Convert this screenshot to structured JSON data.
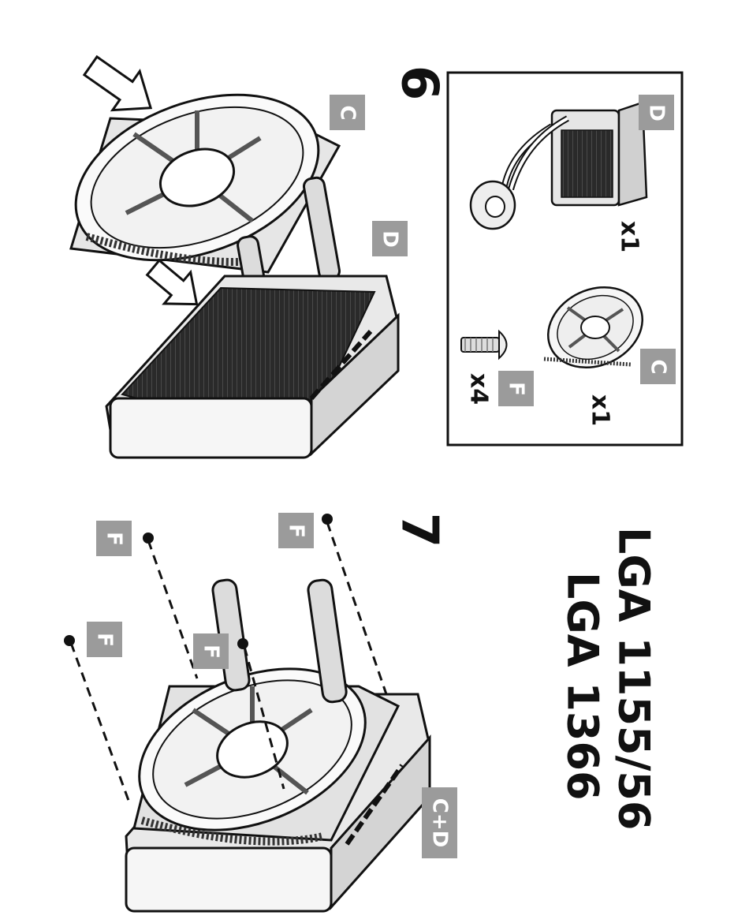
{
  "step_6": {
    "number": "6"
  },
  "step_7": {
    "number": "7"
  },
  "socket_lines": [
    "LGA 1155/56",
    "LGA 1366"
  ],
  "parts_box": {
    "items": [
      {
        "label": "D",
        "qty": "x1"
      },
      {
        "label": "C",
        "qty": "x1"
      },
      {
        "label": "F",
        "qty": "x4"
      }
    ]
  },
  "step_6_labels": {
    "fan": "C",
    "radiator": "D"
  },
  "step_7_labels": {
    "screw_a": "F",
    "screw_b": "F",
    "screw_c": "F",
    "screw_d": "F",
    "assembly": "C+D"
  },
  "colors": {
    "badge": "#9b9b9b",
    "ink": "#111111",
    "metal": "#d8d8d8",
    "fin": "#222222"
  }
}
